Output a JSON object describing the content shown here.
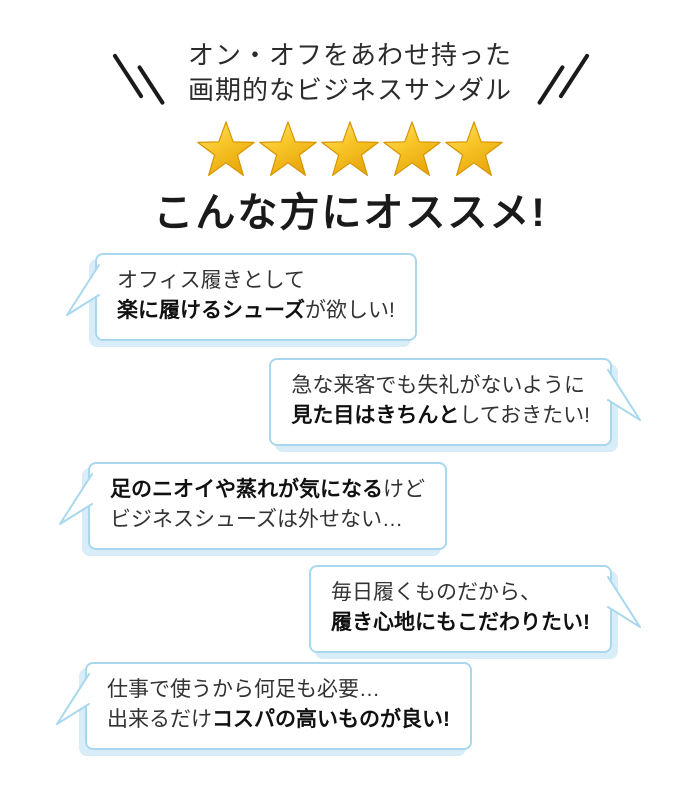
{
  "header": {
    "line1": "オン・オフをあわせ持った",
    "line2": "画期的なビジネスサンダル"
  },
  "rating": {
    "star_count": 5,
    "star_color_top": "#ffe678",
    "star_color_bottom": "#e9a70c",
    "star_outline": "#d69500"
  },
  "title": "こんな方にオススメ!",
  "colors": {
    "bubble_border": "#a9d8ee",
    "bubble_shadow": "#d8edf8",
    "text": "#333333",
    "heading": "#1a1a1a"
  },
  "bubbles": [
    {
      "side": "left",
      "line1": [
        {
          "text": "オフィス履きとして",
          "bold": false
        }
      ],
      "line2": [
        {
          "text": "楽に履けるシューズ",
          "bold": true
        },
        {
          "text": "が欲しい!",
          "bold": false
        }
      ]
    },
    {
      "side": "right",
      "line1": [
        {
          "text": "急な来客でも失礼がないように",
          "bold": false
        }
      ],
      "line2": [
        {
          "text": "見た目はきちんと",
          "bold": true
        },
        {
          "text": "しておきたい!",
          "bold": false
        }
      ]
    },
    {
      "side": "left",
      "line1": [
        {
          "text": "足のニオイや蒸れが気になる",
          "bold": true
        },
        {
          "text": "けど",
          "bold": false
        }
      ],
      "line2": [
        {
          "text": "ビジネスシューズは外せない…",
          "bold": false
        }
      ]
    },
    {
      "side": "right",
      "line1": [
        {
          "text": "毎日履くものだから、",
          "bold": false
        }
      ],
      "line2": [
        {
          "text": "履き心地にもこだわりたい!",
          "bold": true
        }
      ]
    },
    {
      "side": "left",
      "line1": [
        {
          "text": "仕事で使うから何足も必要…",
          "bold": false
        }
      ],
      "line2": [
        {
          "text": "出来るだけ",
          "bold": false
        },
        {
          "text": "コスパの高いものが良い!",
          "bold": true
        }
      ]
    }
  ]
}
